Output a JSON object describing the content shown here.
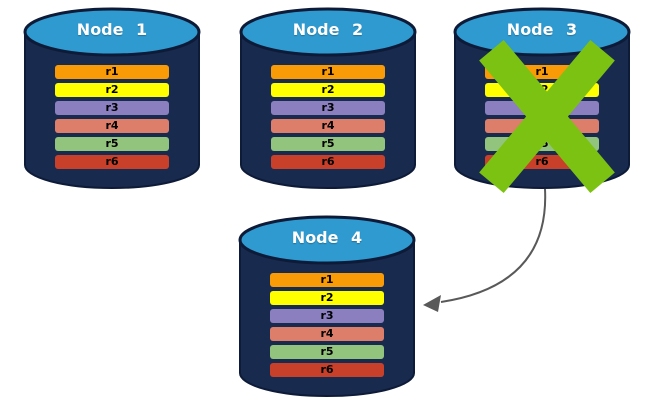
{
  "colors": {
    "background": "#FFFFFF",
    "cylinder_body": "#182A4E",
    "cylinder_outline": "#0D1B38",
    "cylinder_top": "#2F9AD0",
    "node_title_text": "#FFFFFF",
    "row_label_text": "#000000",
    "failure_x": "#7CC212",
    "arrow": "#595959"
  },
  "row_colors": {
    "r1": "#F99B06",
    "r2": "#FFFF00",
    "r3": "#8B7FC0",
    "r4": "#DD7E6B",
    "r5": "#93C47D",
    "r6": "#C8402A"
  },
  "nodes": [
    {
      "title": "Node 1",
      "failed": false,
      "rows": [
        "r1",
        "r2",
        "r3",
        "r4",
        "r5",
        "r6"
      ]
    },
    {
      "title": "Node 2",
      "failed": false,
      "rows": [
        "r1",
        "r2",
        "r3",
        "r4",
        "r5",
        "r6"
      ]
    },
    {
      "title": "Node 3",
      "failed": true,
      "rows": [
        "r1",
        "r2",
        "r3",
        "r4",
        "r5",
        "r6"
      ]
    },
    {
      "title": "Node 4",
      "failed": false,
      "rows": [
        "r1",
        "r2",
        "r3",
        "r4",
        "r5",
        "r6"
      ]
    }
  ]
}
